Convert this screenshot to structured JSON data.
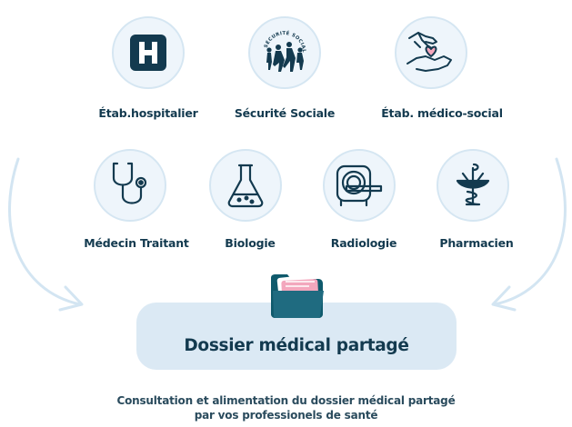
{
  "nodes": [
    {
      "id": "hopital",
      "label": "Étab.hospitalier",
      "icon": "hospital-h-icon"
    },
    {
      "id": "secu",
      "label": "Sécurité Sociale",
      "icon": "securite-sociale-logo",
      "logo_text": "SÉCURITÉ SOCIALE"
    },
    {
      "id": "medicosocial",
      "label": "Étab. médico-social",
      "icon": "helping-hand-heart-icon"
    },
    {
      "id": "medecin",
      "label": "Médecin Traitant",
      "icon": "stethoscope-icon"
    },
    {
      "id": "biologie",
      "label": "Biologie",
      "icon": "flask-icon"
    },
    {
      "id": "radiologie",
      "label": "Radiologie",
      "icon": "scanner-icon"
    },
    {
      "id": "pharmacien",
      "label": "Pharmacien",
      "icon": "caduceus-icon"
    }
  ],
  "dossier": {
    "title": "Dossier médical partagé",
    "icon": "folder-icon"
  },
  "caption": {
    "line1": "Consultation et alimentation du dossier médical partagé",
    "line2": "par vos professionels de santé"
  },
  "colors": {
    "text": "#133a4f",
    "circle_fill": "#eef5fb",
    "circle_border": "#d5e6f2",
    "box_fill": "#dbe9f4",
    "accent_teal": "#1f6b80",
    "accent_pink": "#f3a7bd"
  }
}
